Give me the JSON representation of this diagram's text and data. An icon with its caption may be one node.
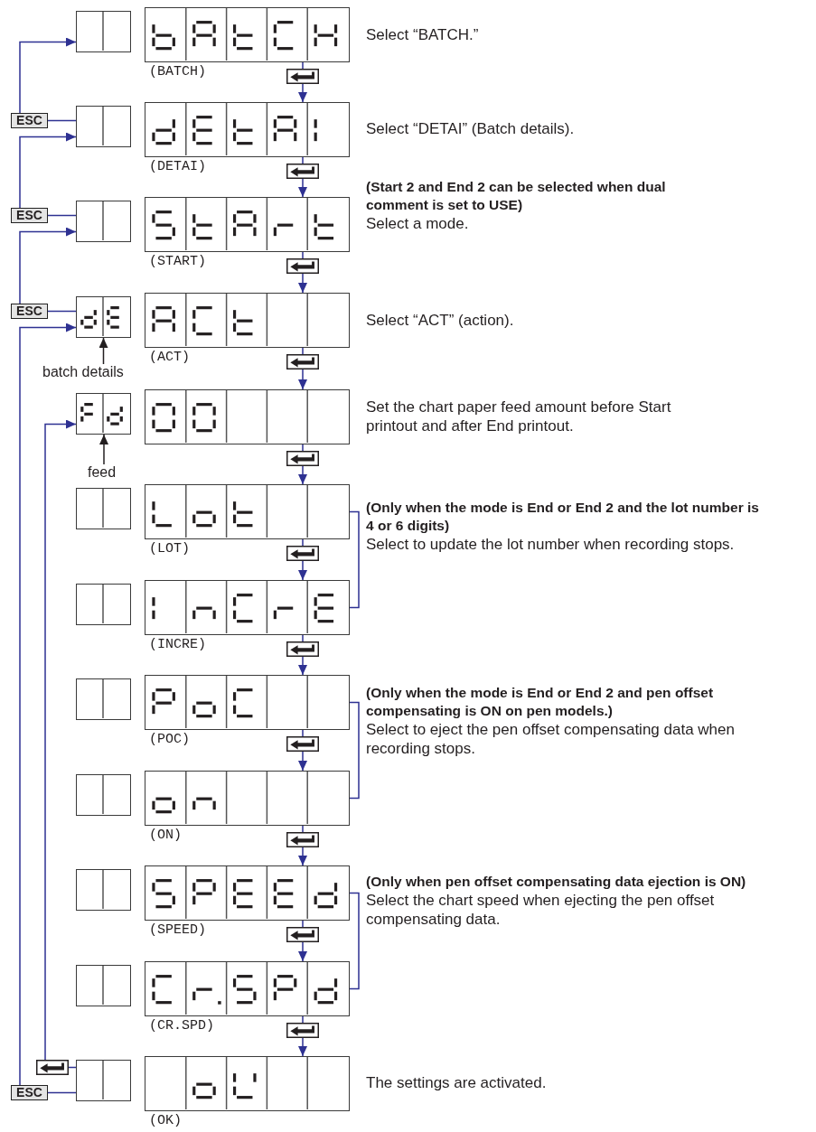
{
  "diagram": {
    "nodes": [
      {
        "text": [],
        "shape": "box"
      },
      {
        "text": [
          "(BATCH)"
        ],
        "beside": [
          "Select “BATCH.”"
        ]
      },
      {
        "text": [],
        "shape": "key"
      },
      {
        "text": [
          "ESC"
        ]
      },
      {
        "text": [],
        "shape": "box"
      },
      {
        "text": [
          "(DETAI)"
        ],
        "beside": [
          "Select “DETAI” (Batch details)."
        ]
      },
      {
        "text": [],
        "shape": "key"
      },
      {
        "text": [
          "ESC"
        ]
      },
      {
        "text": [],
        "shape": "box"
      },
      {
        "text": [
          "(START)"
        ],
        "beside": [
          "(Start 2 and End 2 can be selected when dual comment is set to USE)",
          "Select a mode."
        ]
      },
      {
        "text": [],
        "shape": "key"
      },
      {
        "text": [
          "ESC"
        ]
      },
      {
        "text": [],
        "shape": "box"
      },
      {
        "text": [
          "(ACT)"
        ],
        "beside": [
          "Select “ACT” (action)."
        ]
      },
      {
        "text": [],
        "shape": "key"
      },
      {
        "text": [
          "batch details"
        ]
      },
      {
        "text": [],
        "shape": "box"
      },
      {
        "text": [],
        "shape": "box",
        "beside": [
          "Set the chart paper feed amount before Start printout and after End printout."
        ]
      },
      {
        "text": [],
        "shape": "key"
      },
      {
        "text": [
          "feed"
        ]
      },
      {
        "text": [],
        "shape": "box"
      },
      {
        "text": [
          "(LOT)"
        ]
      },
      {
        "text": [],
        "shape": "key"
      },
      {
        "text": [],
        "shape": "box"
      },
      {
        "text": [
          "(INCRE)"
        ]
      },
      {
        "text": [],
        "shape": "key"
      },
      {
        "text": [],
        "shape": "box"
      },
      {
        "text": [
          "(POC)"
        ]
      },
      {
        "text": [],
        "shape": "key"
      },
      {
        "text": [],
        "shape": "box"
      },
      {
        "text": [
          "(ON)"
        ]
      },
      {
        "text": [],
        "shape": "key"
      },
      {
        "text": [],
        "shape": "box"
      },
      {
        "text": [
          "(SPEED)"
        ]
      },
      {
        "text": [],
        "shape": "key"
      },
      {
        "text": [],
        "shape": "box"
      },
      {
        "text": [
          "(CR.SPD)"
        ]
      },
      {
        "text": [],
        "shape": "key"
      },
      {
        "text": [],
        "shape": "key"
      },
      {
        "text": [
          "ESC"
        ]
      },
      {
        "text": [],
        "shape": "box"
      },
      {
        "text": [
          "(OK)"
        ],
        "beside": [
          "The settings are activated."
        ]
      }
    ],
    "edges": [
      {
        "from": 1,
        "to": 2,
        "arrow": "none"
      },
      {
        "from": 2,
        "to": 5,
        "arrow": "to"
      },
      {
        "from": 5,
        "to": 6,
        "arrow": "none"
      },
      {
        "from": 6,
        "to": 9,
        "arrow": "to"
      },
      {
        "from": 9,
        "to": 10,
        "arrow": "none"
      },
      {
        "from": 10,
        "to": 13,
        "arrow": "to"
      },
      {
        "from": 13,
        "to": 14,
        "arrow": "none"
      },
      {
        "from": 14,
        "to": 17,
        "arrow": "to"
      },
      {
        "from": 17,
        "to": 18,
        "arrow": "none"
      },
      {
        "from": 18,
        "to": 21,
        "arrow": "to"
      },
      {
        "from": 21,
        "to": 22,
        "arrow": "none"
      },
      {
        "from": 22,
        "to": 24,
        "arrow": "to"
      },
      {
        "from": 24,
        "to": 25,
        "arrow": "none"
      },
      {
        "from": 25,
        "to": 27,
        "arrow": "to"
      },
      {
        "from": 27,
        "to": 28,
        "arrow": "none"
      },
      {
        "from": 28,
        "to": 30,
        "arrow": "to"
      },
      {
        "from": 30,
        "to": 31,
        "arrow": "none"
      },
      {
        "from": 31,
        "to": 33,
        "arrow": "to"
      },
      {
        "from": 33,
        "to": 34,
        "arrow": "none"
      },
      {
        "from": 34,
        "to": 36,
        "arrow": "to"
      },
      {
        "from": 36,
        "to": 37,
        "arrow": "none"
      },
      {
        "from": 37,
        "to": 41,
        "arrow": "to"
      },
      {
        "from": 3,
        "to": 4,
        "arrow": "none"
      },
      {
        "from": 3,
        "to": 0,
        "arrow": "to"
      },
      {
        "from": 7,
        "to": 8,
        "arrow": "none"
      },
      {
        "from": 7,
        "to": 4,
        "arrow": "to"
      },
      {
        "from": 11,
        "to": 12,
        "arrow": "none"
      },
      {
        "from": 11,
        "to": 8,
        "arrow": "to"
      },
      {
        "from": 15,
        "to": 12,
        "arrow": "to",
        "color": "#231f20"
      },
      {
        "from": 19,
        "to": 16,
        "arrow": "to",
        "color": "#231f20"
      },
      {
        "from": 38,
        "to": 40,
        "arrow": "none"
      },
      {
        "from": 38,
        "to": 16,
        "arrow": "to"
      },
      {
        "from": 39,
        "to": 40,
        "arrow": "none"
      },
      {
        "from": 39,
        "to": 12,
        "arrow": "to"
      }
    ],
    "labels": [
      "(Only when the mode is End or End 2 and the lot number is 4 or 6 digits)",
      "Select to update the lot number when recording stops.",
      "(Only when the mode is End or End 2 and pen offset compensating is ON on pen models.)",
      "Select to eject the pen offset compensating data when recording stops.",
      "(Only when pen offset compensating data ejection is ON)",
      "Select the chart speed when ejecting the pen offset compensating data."
    ]
  }
}
